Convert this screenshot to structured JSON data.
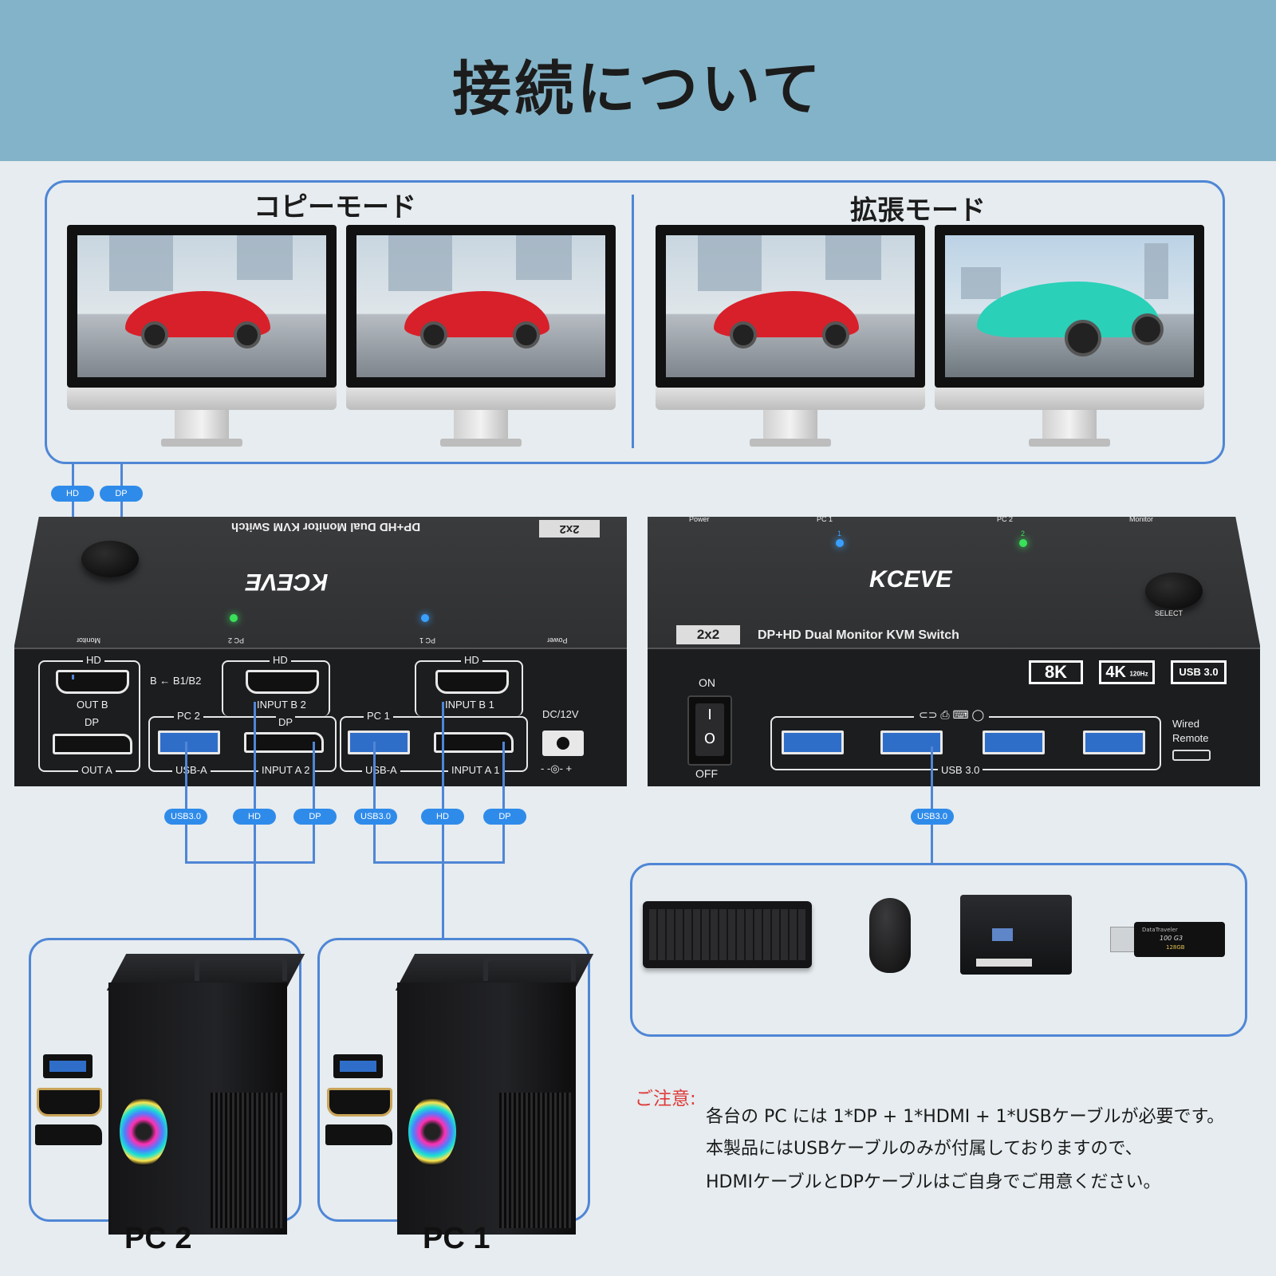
{
  "header": {
    "title": "接続について"
  },
  "modes": {
    "copy": "コピーモード",
    "extend": "拡張モード"
  },
  "tags": {
    "hd": "HD",
    "dp": "DP",
    "usb": "USB3.0"
  },
  "left_device": {
    "model_text": "DP+HD Dual Monitor KVM Switch",
    "badge": "2x2",
    "brand": "KCEVE",
    "leds": {
      "pc2": "PC 2",
      "pc1": "PC 1",
      "monitor": "Monitor",
      "power": "Power"
    },
    "ports": {
      "hd": "HD",
      "out_b": "OUT B",
      "dp": "DP",
      "out_a": "OUT A",
      "arrow": "B ← B1/B2",
      "input_b2": "INPUT B 2",
      "input_a2": "INPUT A 2",
      "pc2": "PC 2",
      "usb_a": "USB-A",
      "pc1": "PC 1",
      "input_b1": "INPUT B 1",
      "input_a1": "INPUT A 1",
      "dc": "DC/12V",
      "dc_symbol": "- -◎- +"
    }
  },
  "right_device": {
    "leds": {
      "power": "Power",
      "pc1": "PC 1",
      "pc2": "PC 2",
      "monitor": "Monitor",
      "pc1_num": "1",
      "pc2_num": "2"
    },
    "brand": "KCEVE",
    "select": "SELECT",
    "badge": "2x2",
    "model_text": "DP+HD Dual Monitor KVM Switch",
    "spec_badges": [
      "8K",
      "4K",
      "120Hz",
      "USB 3.0"
    ],
    "on": "ON",
    "off": "OFF",
    "usb_label": "USB  3.0",
    "wired": "Wired",
    "remote": "Remote"
  },
  "pcs": {
    "pc2": "PC 2",
    "pc1": "PC 1"
  },
  "usb_stick": {
    "brand": "DataTraveler",
    "model": "100 G3",
    "size": "128GB"
  },
  "note": {
    "head": "ご注意:",
    "lines": [
      "各台の PC には 1*DP + 1*HDMI + 1*USBケーブルが必要です。",
      "本製品にはUSBケーブルのみが付属しておりますので、",
      "HDMIケーブルとDPケーブルはご自身でご用意ください。"
    ]
  },
  "colors": {
    "banner": "#83b3c8",
    "line": "#4f86d6",
    "tag": "#2f8bea",
    "red_car": "#d8202a",
    "teal_car": "#2ad0b8",
    "note_red": "#e03a3a"
  }
}
